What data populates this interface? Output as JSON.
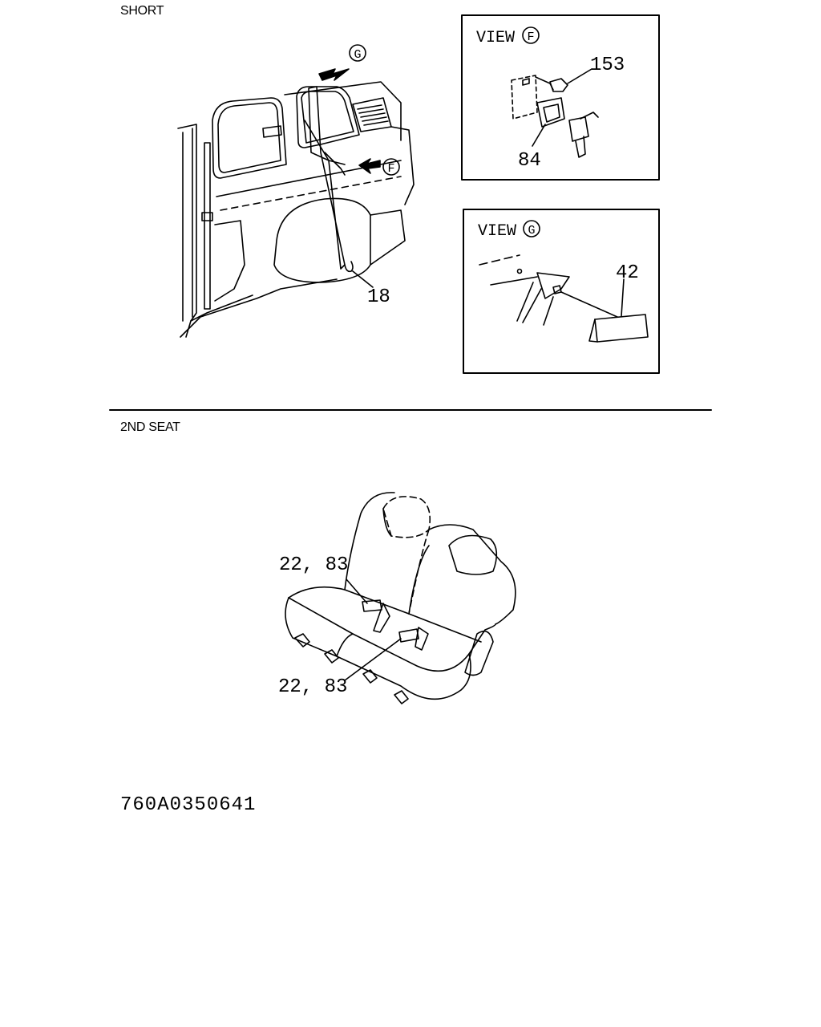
{
  "sections": {
    "short_label": "SHORT",
    "second_seat_label": "2ND SEAT"
  },
  "view_f": {
    "title": "VIEW",
    "marker": "F",
    "callout_bolt": "153",
    "callout_bracket": "84"
  },
  "view_g": {
    "title": "VIEW",
    "marker": "G",
    "callout_cover": "42"
  },
  "main_view": {
    "arrow_g_marker": "G",
    "arrow_f_marker": "F",
    "callout_belt": "18"
  },
  "seat_view": {
    "callout_upper": "22, 83",
    "callout_lower": "22, 83"
  },
  "figure_code": "760A0350641"
}
